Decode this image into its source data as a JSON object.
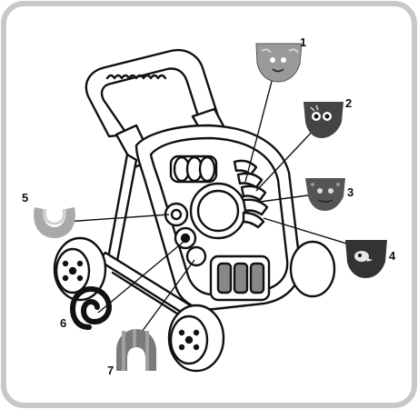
{
  "frame": {
    "border_color": "#c8c8c8",
    "background": "#ffffff"
  },
  "callouts": [
    {
      "id": "1",
      "label": "1",
      "icon": "gray-cat-face-tab",
      "color": "#9a9a9a"
    },
    {
      "id": "2",
      "label": "2",
      "icon": "bee-face-tab",
      "color": "#444444"
    },
    {
      "id": "3",
      "label": "3",
      "icon": "bug-face-tab",
      "color": "#555555"
    },
    {
      "id": "4",
      "label": "4",
      "icon": "bird-face-tab",
      "color": "#333333"
    },
    {
      "id": "5",
      "label": "5",
      "icon": "gray-ring-icon",
      "color": "#a9a9a9"
    },
    {
      "id": "6",
      "label": "6",
      "icon": "black-spiral-icon",
      "color": "#111111"
    },
    {
      "id": "7",
      "label": "7",
      "icon": "striped-arch-icon",
      "color": "#7a7a7a"
    }
  ]
}
